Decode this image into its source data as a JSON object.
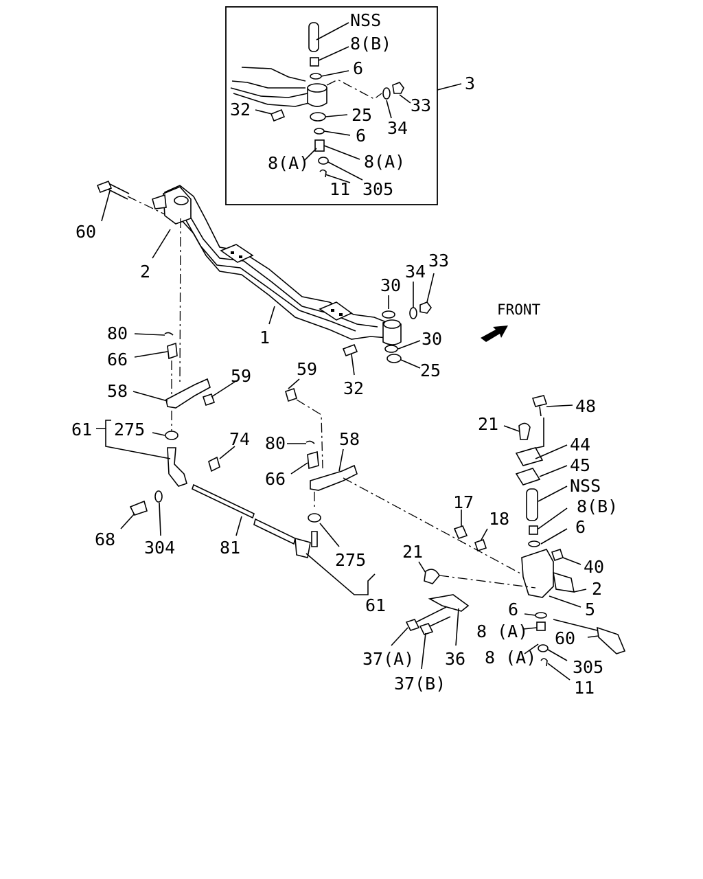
{
  "diagram": {
    "front_label": "FRONT",
    "labels": {
      "l_nss_top": "NSS",
      "l_8b_top": "8(B)",
      "l_6_top_a": "6",
      "l_3": "3",
      "l_33_top": "33",
      "l_34_top": "34",
      "l_32_top": "32",
      "l_25_top": "25",
      "l_6_top_b": "6",
      "l_8a_top_l": "8(A)",
      "l_8a_top_r": "8(A)",
      "l_11_top": "11",
      "l_305_top": "305",
      "l_60_left": "60",
      "l_2_left": "2",
      "l_1": "1",
      "l_30_a": "30",
      "l_34_mid": "34",
      "l_33_mid": "33",
      "l_30_b": "30",
      "l_25_mid": "25",
      "l_32_mid": "32",
      "l_80_left": "80",
      "l_66_left": "66",
      "l_58_left": "58",
      "l_59_left": "59",
      "l_61_left": "61",
      "l_275_left": "275",
      "l_74": "74",
      "l_68": "68",
      "l_304": "304",
      "l_81": "81",
      "l_59_mid": "59",
      "l_80_mid": "80",
      "l_58_mid": "58",
      "l_66_mid": "66",
      "l_275_mid": "275",
      "l_61_mid": "61",
      "l_48": "48",
      "l_21_top": "21",
      "l_44": "44",
      "l_45": "45",
      "l_nss_right": "NSS",
      "l_8b_right": "8(B)",
      "l_6_right": "6",
      "l_17": "17",
      "l_18": "18",
      "l_40": "40",
      "l_21_bot": "21",
      "l_2_right": "2",
      "l_5": "5",
      "l_6_bot": "6",
      "l_60_right": "60",
      "l_8a_bot_a": "8 (A)",
      "l_8a_bot_b": "8 (A)",
      "l_305_bot": "305",
      "l_11_bot": "11",
      "l_37a": "37(A)",
      "l_36": "36",
      "l_37b": "37(B)"
    }
  }
}
